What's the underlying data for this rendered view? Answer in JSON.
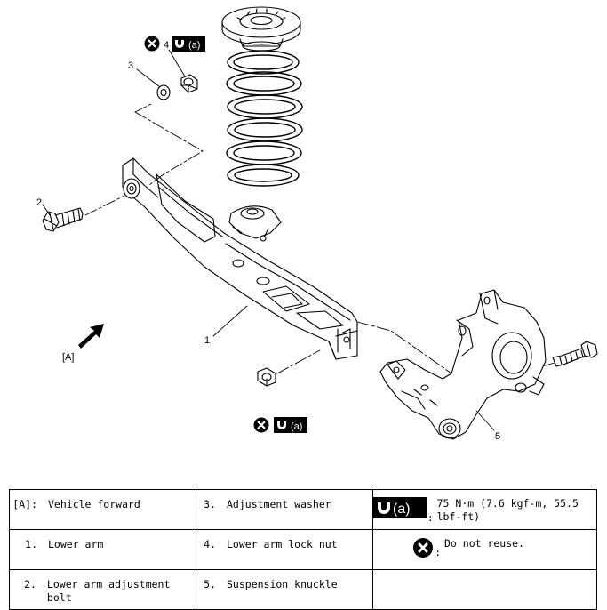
{
  "diagram": {
    "labels": {
      "n1": "1",
      "n2": "2",
      "n3": "3",
      "n4": "4",
      "n5": "5",
      "a": "[A]",
      "torque_tag": "(a)"
    }
  },
  "legend": {
    "row1": {
      "ref": "[A]:",
      "ref_text": "Vehicle forward",
      "num": "3.",
      "num_text": "Adjustment washer",
      "torque_tag": "(a)",
      "colon": ":",
      "torque_text": "75 N·m (7.6 kgf-m, 55.5 lbf-ft)"
    },
    "row2": {
      "num_a": "1.",
      "text_a": "Lower arm",
      "num_b": "4.",
      "text_b": "Lower arm lock nut",
      "colon": ":",
      "note_text": "Do not reuse."
    },
    "row3": {
      "num_a": "2.",
      "text_a": "Lower arm adjustment bolt",
      "num_b": "5.",
      "text_b": "Suspension knuckle"
    }
  },
  "icons": [
    "do-not-reuse-icon",
    "torque-wrench-icon",
    "forward-arrow-icon"
  ],
  "colors": {
    "ink": "#000000",
    "background": "#ffffff"
  }
}
